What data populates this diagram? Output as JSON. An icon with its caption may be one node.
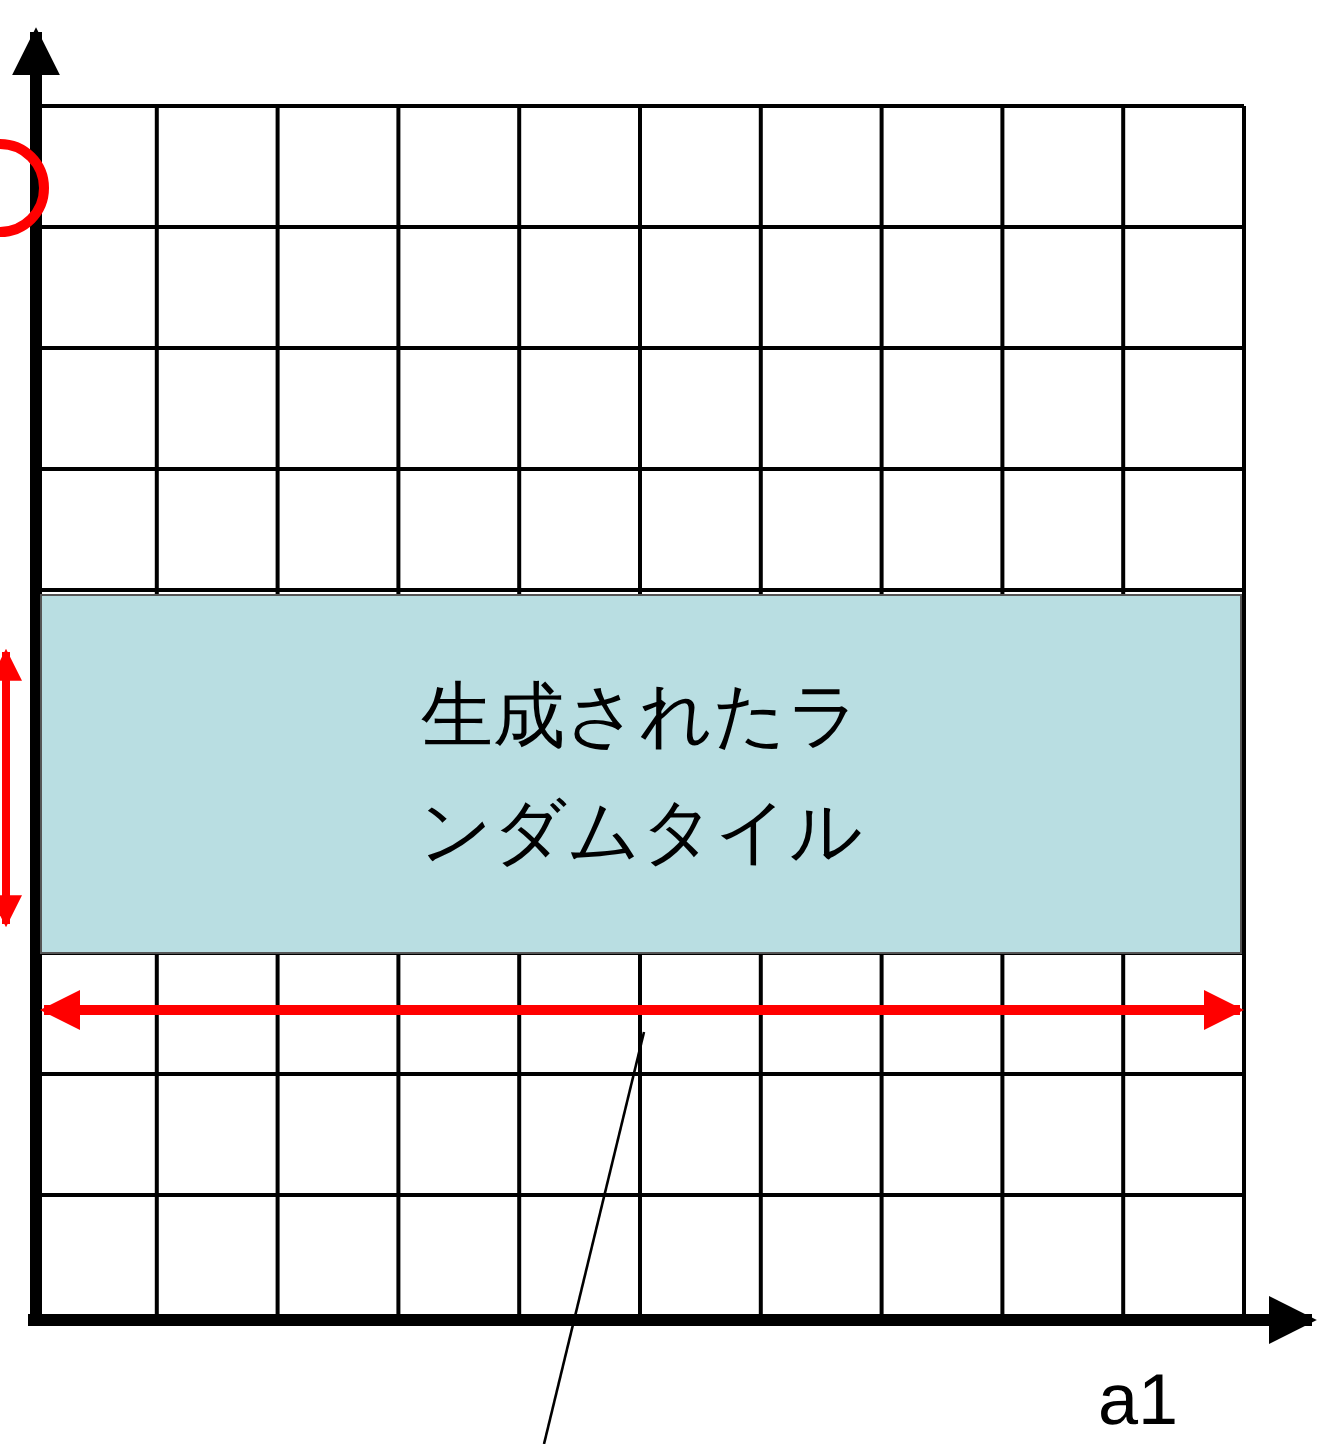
{
  "diagram": {
    "nodes": [
      {
        "text": [
          "生成されたランダムタイル"
        ]
      },
      {
        "text": [],
        "shape": "arrow"
      }
    ],
    "edges": [
      {
        "from": null,
        "to": 1,
        "arrow": "none"
      }
    ],
    "labels": [
      "a1"
    ]
  }
}
